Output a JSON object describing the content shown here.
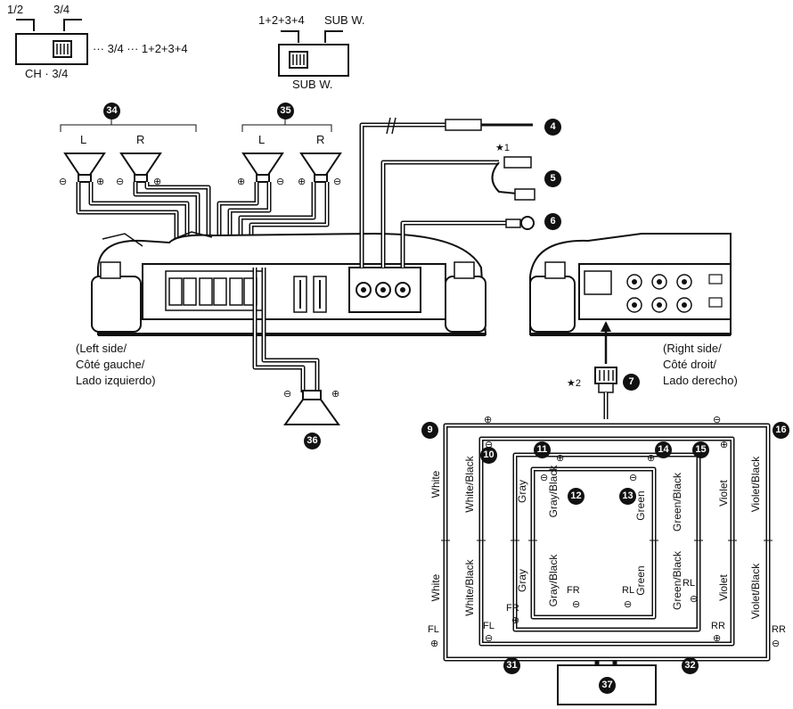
{
  "switches": {
    "ch_switch": {
      "label_a": "1/2",
      "label_b": "3/4",
      "caption": "CH · 3/4",
      "result": "··· 3/4 ··· 1+2+3+4"
    },
    "subw_switch": {
      "label_a": "1+2+3+4",
      "label_b": "SUB W.",
      "caption": "SUB W."
    }
  },
  "speakers": {
    "group_left": {
      "callout": "34",
      "left": "L",
      "right": "R"
    },
    "group_right": {
      "callout": "35",
      "left": "L",
      "right": "R"
    },
    "sub_callout": "36"
  },
  "polarity": {
    "plus": "⊕",
    "minus": "⊖"
  },
  "power": {
    "callouts": [
      "4",
      "5",
      "6"
    ],
    "star1": "★1"
  },
  "amp_left_caption": [
    "(Left side/",
    "Côté gauche/",
    "Lado izquierdo)"
  ],
  "amp_right_caption": [
    "(Right side/",
    "Côté droit/",
    "Lado derecho)"
  ],
  "connector": {
    "star2": "★2",
    "callout": "7"
  },
  "harness": {
    "callouts": [
      "9",
      "10",
      "11",
      "12",
      "13",
      "14",
      "15",
      "16",
      "31",
      "32",
      "37"
    ],
    "wires_top": [
      "White",
      "White/Black",
      "Gray",
      "Gray/Black",
      "Green",
      "Green/Black",
      "Violet",
      "Violet/Black"
    ],
    "wires_bottom": [
      "White",
      "White/Black",
      "Gray",
      "Gray/Black",
      "Green",
      "Green/Black",
      "Violet",
      "Violet/Black"
    ],
    "channels": {
      "fl": "FL",
      "fr": "FR",
      "rl": "RL",
      "rr": "RR"
    }
  }
}
